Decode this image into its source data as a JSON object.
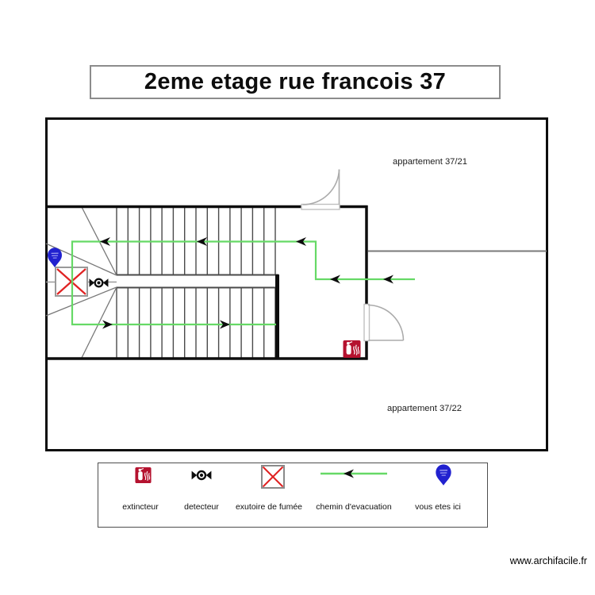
{
  "title": "2eme etage rue francois 37",
  "plan": {
    "apartment_top_label": "appartement 37/21",
    "apartment_bottom_label": "appartement 37/22"
  },
  "legend": {
    "items": [
      {
        "label": "extincteur",
        "icon": "extinguisher-icon"
      },
      {
        "label": "detecteur",
        "icon": "detector-icon"
      },
      {
        "label": "exutoire de fumée",
        "icon": "smoke-vent-icon"
      },
      {
        "label": "chemin d'evacuation",
        "icon": "evacuation-path-icon"
      },
      {
        "label": "vous etes ici",
        "icon": "you-are-here-icon"
      }
    ]
  },
  "watermark": "www.archifacile.fr",
  "colors": {
    "evacuation_green": "#66d966",
    "symbol_red": "#e02222",
    "extinguisher_red": "#b5122f",
    "marker_blue": "#2121cf",
    "wall_black": "#0d0d0d",
    "door_gray": "#ababab"
  }
}
